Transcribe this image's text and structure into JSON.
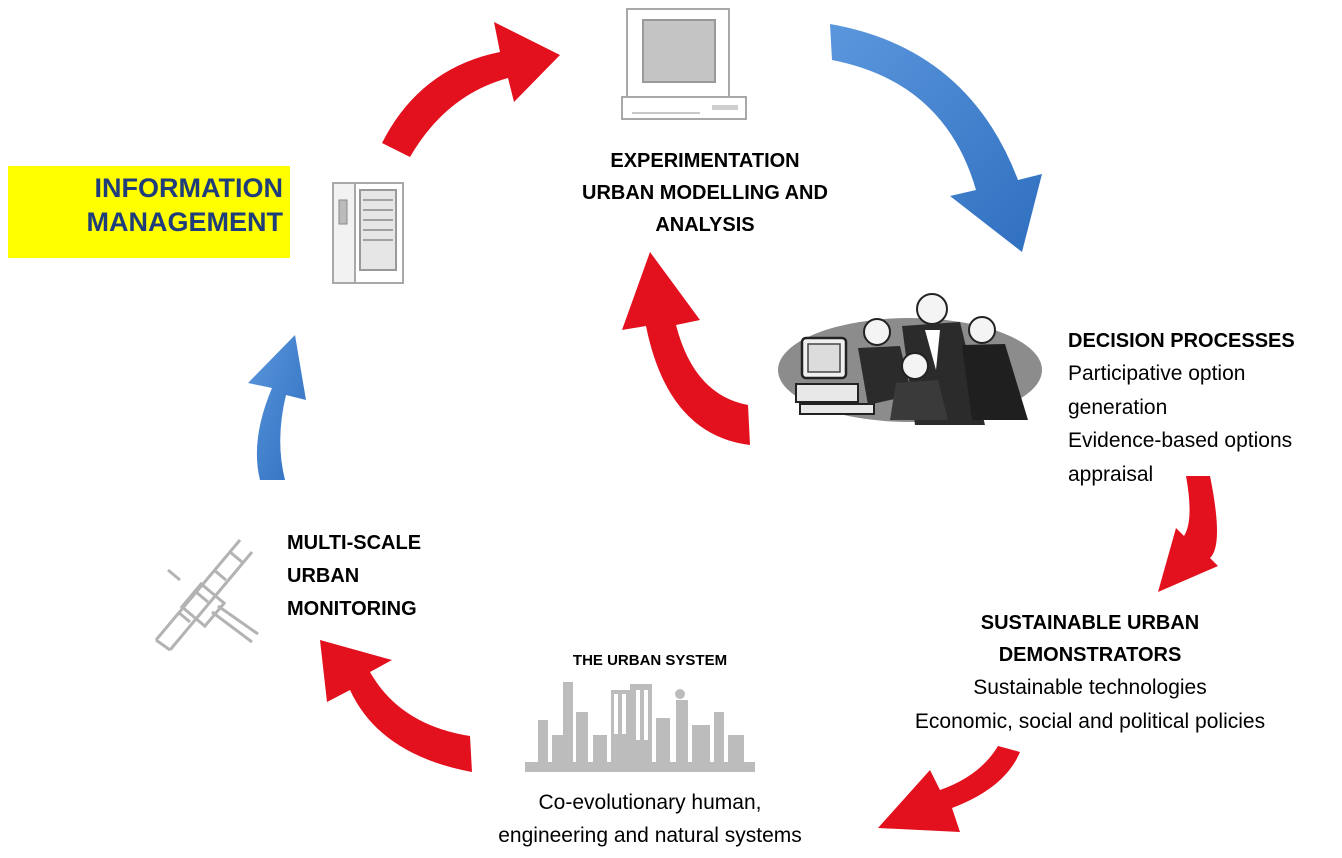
{
  "colors": {
    "red_arrow": "#e3101e",
    "blue_arrow": "#3a7bcb",
    "highlight": "#ffff00",
    "info_text": "#1f3d7a",
    "clipart_grey": "#b3b3b3",
    "clipart_dark": "#2b2b2b"
  },
  "icons": {
    "computer": "desktop-computer-icon",
    "server": "server-cabinet-icon",
    "people": "people-at-computer-icon",
    "city": "city-skyline-icon",
    "satellite": "satellite-icon"
  },
  "information_management": {
    "lines": [
      "INFORMATION",
      "MANAGEMENT"
    ]
  },
  "experimentation": {
    "lines": [
      "EXPERIMENTATION",
      "URBAN MODELLING AND",
      "ANALYSIS"
    ]
  },
  "decision": {
    "title": "DECISION PROCESSES",
    "lines": [
      "Participative option",
      "generation",
      "Evidence-based options",
      "appraisal"
    ]
  },
  "sustainable": {
    "title_lines": [
      "SUSTAINABLE URBAN",
      "DEMONSTRATORS"
    ],
    "lines": [
      "Sustainable technologies",
      "Economic, social and political policies"
    ]
  },
  "urban_system": {
    "title": "THE URBAN SYSTEM",
    "lines": [
      "Co-evolutionary human,",
      "engineering and natural systems"
    ]
  },
  "monitoring": {
    "lines": [
      "MULTI-SCALE",
      "URBAN",
      "MONITORING"
    ]
  },
  "arrows": [
    {
      "id": "server-to-computer",
      "color": "red"
    },
    {
      "id": "computer-to-decision",
      "color": "blue"
    },
    {
      "id": "decision-to-experimentation",
      "color": "red"
    },
    {
      "id": "decision-to-sustainable",
      "color": "red"
    },
    {
      "id": "sustainable-to-urban",
      "color": "red"
    },
    {
      "id": "urban-to-monitoring",
      "color": "red"
    },
    {
      "id": "monitoring-to-server",
      "color": "blue"
    }
  ]
}
